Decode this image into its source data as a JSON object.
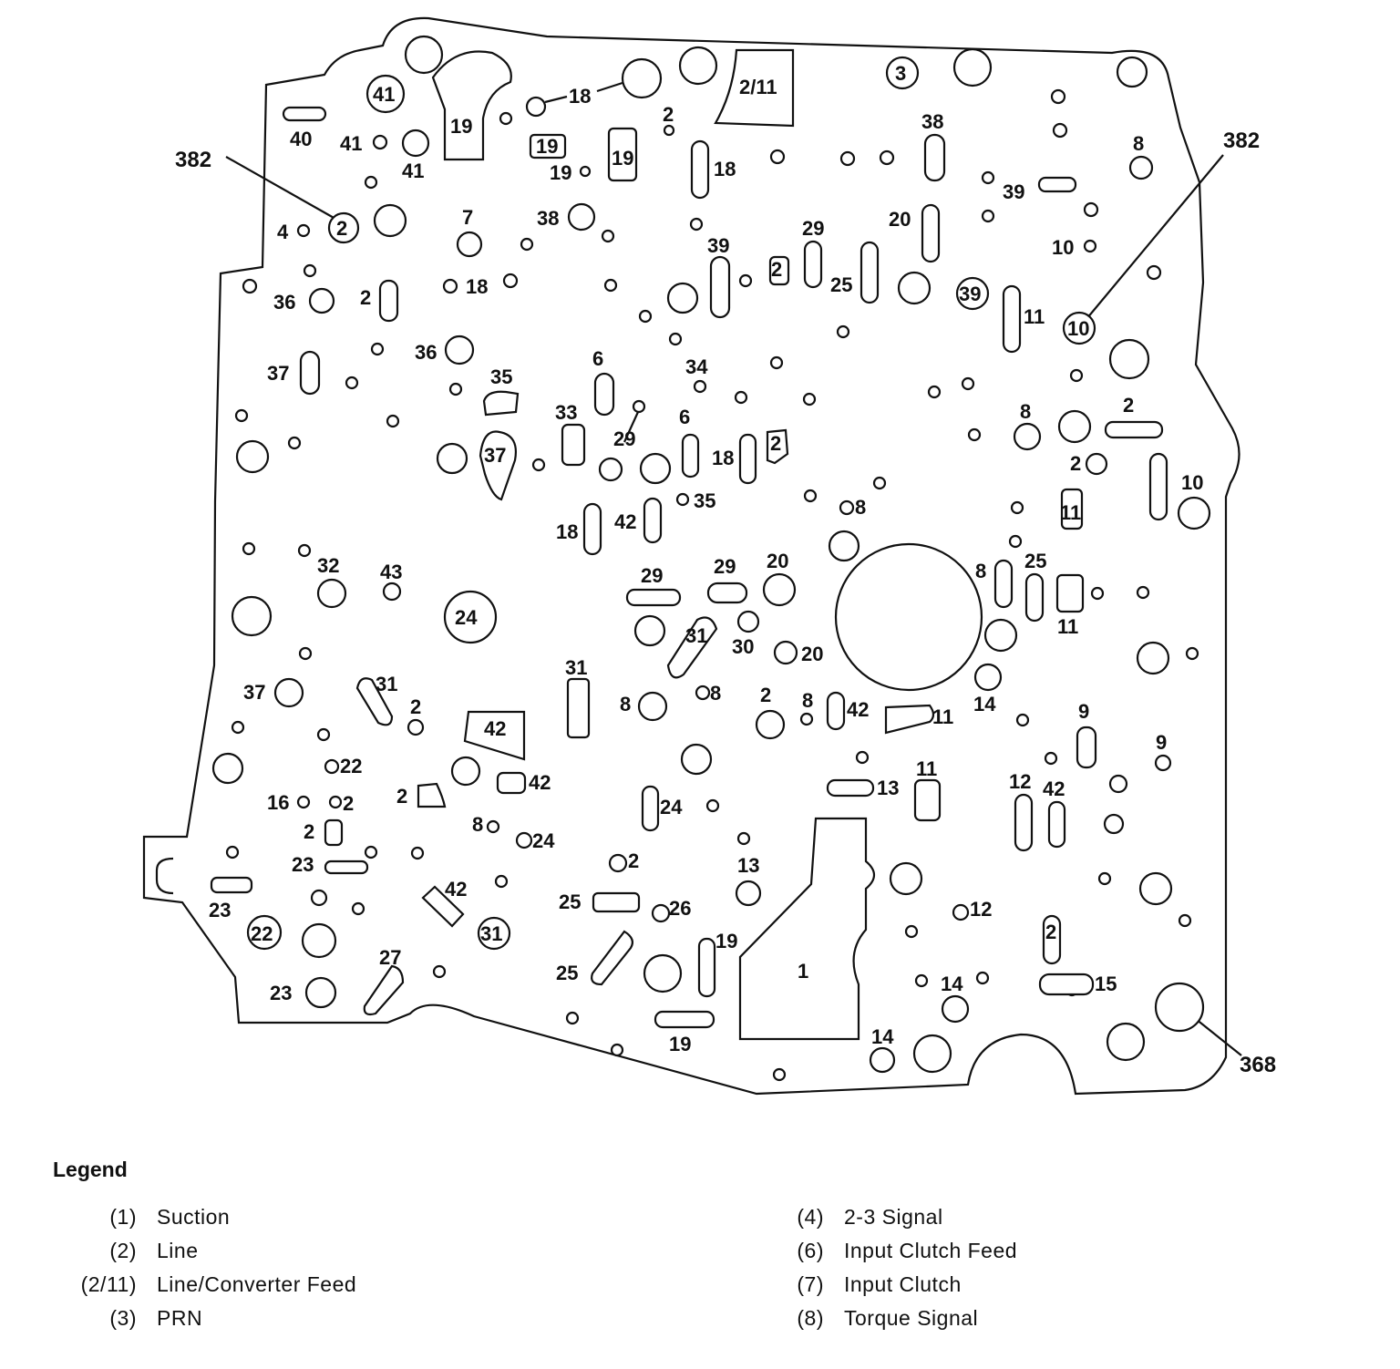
{
  "callouts": {
    "left_382": "382",
    "right_382": "382",
    "bottom_368": "368"
  },
  "passages": [
    {
      "id": "p41a",
      "label": "41",
      "shape": "circle-ring"
    },
    {
      "id": "p19a",
      "label": "19",
      "shape": "slot"
    },
    {
      "id": "p18a",
      "label": "18",
      "shape": "leader"
    },
    {
      "id": "p2a",
      "label": "2",
      "shape": "dot"
    },
    {
      "id": "p211",
      "label": "2/11",
      "shape": "pocket"
    },
    {
      "id": "p3",
      "label": "3",
      "shape": "circle-ring"
    },
    {
      "id": "p40",
      "label": "40",
      "shape": "slot"
    },
    {
      "id": "p41b",
      "label": "41",
      "shape": "dot"
    },
    {
      "id": "p41c",
      "label": "41",
      "shape": "hole"
    },
    {
      "id": "p19b",
      "label": "19",
      "shape": "box"
    },
    {
      "id": "p19c",
      "label": "19",
      "shape": "dot"
    },
    {
      "id": "p19d",
      "label": "19",
      "shape": "pocket"
    },
    {
      "id": "p18b",
      "label": "18",
      "shape": "slot"
    },
    {
      "id": "p38a",
      "label": "38",
      "shape": "slot"
    },
    {
      "id": "p8a",
      "label": "8",
      "shape": "hole"
    },
    {
      "id": "p39a",
      "label": "39",
      "shape": "leader"
    },
    {
      "id": "p2b",
      "label": "2",
      "shape": "circle-ring"
    },
    {
      "id": "p4",
      "label": "4",
      "shape": "dot"
    },
    {
      "id": "p7",
      "label": "7",
      "shape": "hole"
    },
    {
      "id": "p38b",
      "label": "38",
      "shape": "hole"
    },
    {
      "id": "p29a",
      "label": "29",
      "shape": "slot"
    },
    {
      "id": "p20a",
      "label": "20",
      "shape": "slot"
    },
    {
      "id": "p10a",
      "label": "10",
      "shape": "dot"
    },
    {
      "id": "p39b",
      "label": "39",
      "shape": "slot"
    },
    {
      "id": "p2c",
      "label": "2",
      "shape": "box"
    },
    {
      "id": "p25a",
      "label": "25",
      "shape": "slot"
    },
    {
      "id": "p36a",
      "label": "36",
      "shape": "hole"
    },
    {
      "id": "p2d",
      "label": "2",
      "shape": "slot"
    },
    {
      "id": "p18c",
      "label": "18",
      "shape": "leader"
    },
    {
      "id": "p39c",
      "label": "39",
      "shape": "circle-ring"
    },
    {
      "id": "p11a",
      "label": "11",
      "shape": "slot"
    },
    {
      "id": "p10b",
      "label": "10",
      "shape": "circle-ring"
    },
    {
      "id": "p36b",
      "label": "36",
      "shape": "hole"
    },
    {
      "id": "p37a",
      "label": "37",
      "shape": "slot"
    },
    {
      "id": "p35a",
      "label": "35",
      "shape": "pocket"
    },
    {
      "id": "p6a",
      "label": "6",
      "shape": "slot"
    },
    {
      "id": "p34",
      "label": "34",
      "shape": "dot"
    },
    {
      "id": "p33",
      "label": "33",
      "shape": "slot"
    },
    {
      "id": "p29b",
      "label": "29",
      "shape": "leader"
    },
    {
      "id": "p6b",
      "label": "6",
      "shape": "slot"
    },
    {
      "id": "p18d",
      "label": "18",
      "shape": "slot"
    },
    {
      "id": "p2e",
      "label": "2",
      "shape": "box"
    },
    {
      "id": "p8b",
      "label": "8",
      "shape": "hole"
    },
    {
      "id": "p2f",
      "label": "2",
      "shape": "slot"
    },
    {
      "id": "p37b",
      "label": "37",
      "shape": "pocket"
    },
    {
      "id": "p2g",
      "label": "2",
      "shape": "hole"
    },
    {
      "id": "p10c",
      "label": "10",
      "shape": "hole"
    },
    {
      "id": "p35b",
      "label": "35",
      "shape": "dot"
    },
    {
      "id": "p8c",
      "label": "8",
      "shape": "dot"
    },
    {
      "id": "p11b",
      "label": "11",
      "shape": "slot"
    },
    {
      "id": "p18e",
      "label": "18",
      "shape": "slot"
    },
    {
      "id": "p42a",
      "label": "42",
      "shape": "slot"
    },
    {
      "id": "p32",
      "label": "32",
      "shape": "hole"
    },
    {
      "id": "p43",
      "label": "43",
      "shape": "dot"
    },
    {
      "id": "p24a",
      "label": "24",
      "shape": "circle-ring"
    },
    {
      "id": "p29c",
      "label": "29",
      "shape": "slot"
    },
    {
      "id": "p29d",
      "label": "29",
      "shape": "slot"
    },
    {
      "id": "p20b",
      "label": "20",
      "shape": "hole"
    },
    {
      "id": "p8d",
      "label": "8",
      "shape": "slot"
    },
    {
      "id": "p25b",
      "label": "25",
      "shape": "slot"
    },
    {
      "id": "p11c",
      "label": "11",
      "shape": "box"
    },
    {
      "id": "p31a",
      "label": "31",
      "shape": "slot"
    },
    {
      "id": "p30",
      "label": "30",
      "shape": "hole"
    },
    {
      "id": "p20c",
      "label": "20",
      "shape": "hole"
    },
    {
      "id": "p37c",
      "label": "37",
      "shape": "hole"
    },
    {
      "id": "p31b",
      "label": "31",
      "shape": "slot"
    },
    {
      "id": "p31c",
      "label": "31",
      "shape": "slot"
    },
    {
      "id": "p2h",
      "label": "2",
      "shape": "dot"
    },
    {
      "id": "p42b",
      "label": "42",
      "shape": "pocket"
    },
    {
      "id": "p8e",
      "label": "8",
      "shape": "hole"
    },
    {
      "id": "p8f",
      "label": "8",
      "shape": "dot"
    },
    {
      "id": "p2i",
      "label": "2",
      "shape": "hole"
    },
    {
      "id": "p8g",
      "label": "8",
      "shape": "dot"
    },
    {
      "id": "p42c",
      "label": "42",
      "shape": "slot"
    },
    {
      "id": "p11d",
      "label": "11",
      "shape": "pocket"
    },
    {
      "id": "p14a",
      "label": "14",
      "shape": "hole"
    },
    {
      "id": "p9a",
      "label": "9",
      "shape": "slot"
    },
    {
      "id": "p9b",
      "label": "9",
      "shape": "dot"
    },
    {
      "id": "p22a",
      "label": "22",
      "shape": "dot"
    },
    {
      "id": "p42d",
      "label": "42",
      "shape": "box"
    },
    {
      "id": "p13a",
      "label": "13",
      "shape": "slot"
    },
    {
      "id": "p11e",
      "label": "11",
      "shape": "box"
    },
    {
      "id": "p12a",
      "label": "12",
      "shape": "slot"
    },
    {
      "id": "p42e",
      "label": "42",
      "shape": "slot"
    },
    {
      "id": "p16",
      "label": "16",
      "shape": "dot"
    },
    {
      "id": "p2j",
      "label": "2",
      "shape": "dot"
    },
    {
      "id": "p2k",
      "label": "2",
      "shape": "pocket"
    },
    {
      "id": "p24b",
      "label": "24",
      "shape": "slot"
    },
    {
      "id": "p2l",
      "label": "2",
      "shape": "box"
    },
    {
      "id": "p8h",
      "label": "8",
      "shape": "dot"
    },
    {
      "id": "p24c",
      "label": "24",
      "shape": "dot"
    },
    {
      "id": "p23a",
      "label": "23",
      "shape": "slot"
    },
    {
      "id": "p2m",
      "label": "2",
      "shape": "dot"
    },
    {
      "id": "p13b",
      "label": "13",
      "shape": "hole"
    },
    {
      "id": "p42f",
      "label": "42",
      "shape": "slot"
    },
    {
      "id": "p23b",
      "label": "23",
      "shape": "slot"
    },
    {
      "id": "p25c",
      "label": "25",
      "shape": "slot"
    },
    {
      "id": "p26",
      "label": "26",
      "shape": "dot"
    },
    {
      "id": "p12b",
      "label": "12",
      "shape": "dot"
    },
    {
      "id": "p22b",
      "label": "22",
      "shape": "circle-ring"
    },
    {
      "id": "p31d",
      "label": "31",
      "shape": "circle-ring"
    },
    {
      "id": "p2n",
      "label": "2",
      "shape": "slot"
    },
    {
      "id": "p27",
      "label": "27",
      "shape": "slot"
    },
    {
      "id": "p19e",
      "label": "19",
      "shape": "slot"
    },
    {
      "id": "p25d",
      "label": "25",
      "shape": "slot"
    },
    {
      "id": "p1",
      "label": "1",
      "shape": "pocket"
    },
    {
      "id": "p14b",
      "label": "14",
      "shape": "hole"
    },
    {
      "id": "p15",
      "label": "15",
      "shape": "slot"
    },
    {
      "id": "p23c",
      "label": "23",
      "shape": "hole"
    },
    {
      "id": "p19f",
      "label": "19",
      "shape": "slot"
    },
    {
      "id": "p14c",
      "label": "14",
      "shape": "hole"
    }
  ],
  "legend": {
    "title": "Legend",
    "left": [
      {
        "code": "(1)",
        "desc": "Suction"
      },
      {
        "code": "(2)",
        "desc": "Line"
      },
      {
        "code": "(2/11)",
        "desc": "Line/Converter Feed"
      },
      {
        "code": "(3)",
        "desc": "PRN"
      }
    ],
    "right": [
      {
        "code": "(4)",
        "desc": "2-3 Signal"
      },
      {
        "code": "(6)",
        "desc": "Input Clutch Feed"
      },
      {
        "code": "(7)",
        "desc": "Input Clutch"
      },
      {
        "code": "(8)",
        "desc": "Torque Signal"
      }
    ]
  },
  "colors": {
    "ink": "#111111",
    "paper": "#ffffff"
  }
}
